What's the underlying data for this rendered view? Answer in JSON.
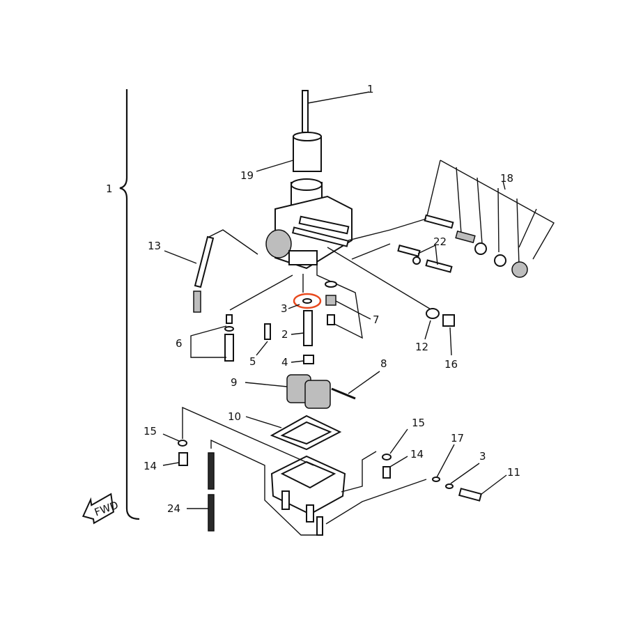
{
  "diagram": {
    "assembly_number": "1",
    "direction_arrow_label": "FWD",
    "highlight_color": "#e8481c",
    "highlighted_part": "3",
    "part_labels": {
      "p1_top": "1",
      "p19": "19",
      "p18": "18",
      "p22": "22",
      "p13": "13",
      "p3_upper": "3",
      "p2": "2",
      "p7": "7",
      "p6": "6",
      "p5": "5",
      "p4": "4",
      "p12": "12",
      "p16": "16",
      "p8": "8",
      "p9": "9",
      "p10": "10",
      "p15_left": "15",
      "p14_left": "14",
      "p15_right": "15",
      "p14_right": "14",
      "p17": "17",
      "p3_lower": "3",
      "p11": "11",
      "p24": "24"
    }
  }
}
